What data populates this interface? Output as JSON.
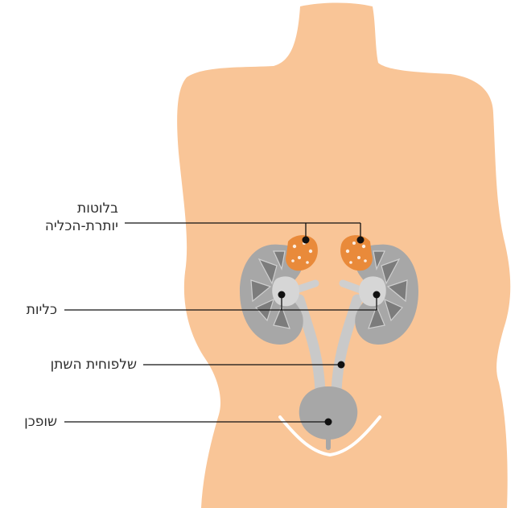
{
  "labels": {
    "adrenal_line1": "בלוטות",
    "adrenal_line2": "יותרת-הכליה",
    "kidneys": "כליות",
    "ureters": "שלפוחית השתן",
    "bladder": "שופכן"
  },
  "colors": {
    "skin": "#f9c597",
    "kidney": "#a7a7a7",
    "kidney_dark": "#7c7c7c",
    "kidney_light": "#cfcfcf",
    "adrenal": "#e98a3a",
    "line": "#111111"
  }
}
